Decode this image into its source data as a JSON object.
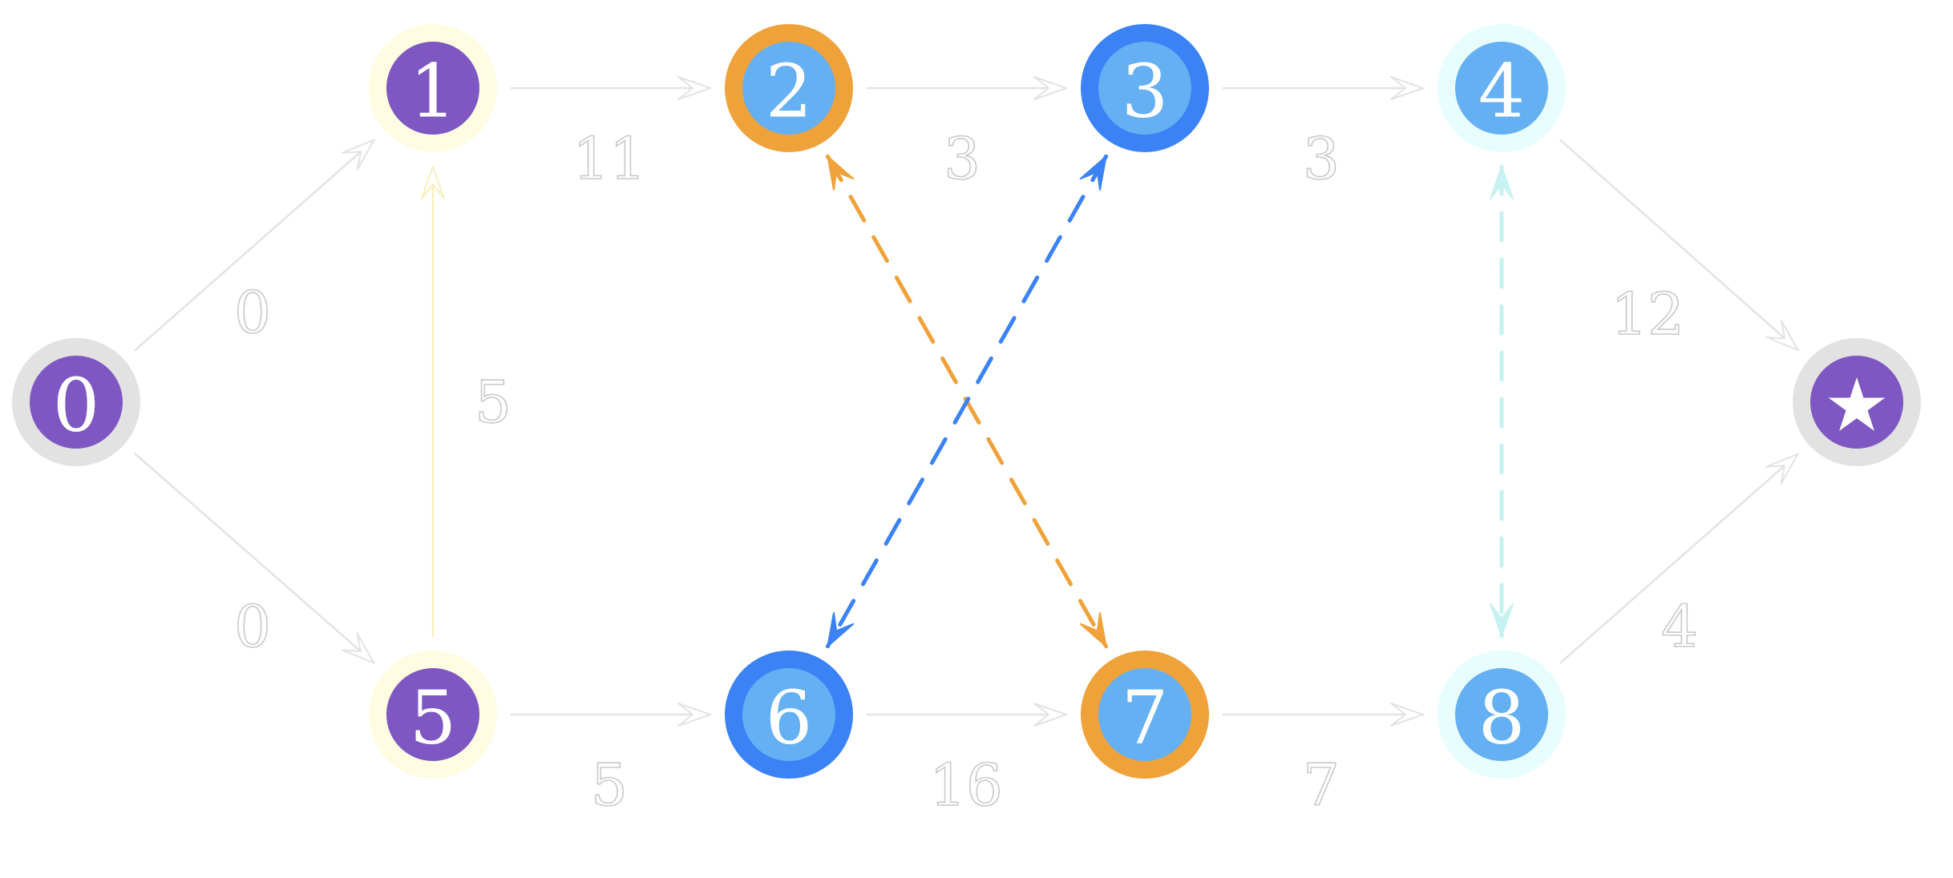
{
  "palette": {
    "purple": "#7e57c2",
    "light_blue": "#64b0f2",
    "blue": "#3b82f6",
    "orange": "#f0a23a",
    "gray_ring": "#e2e2e2",
    "yellow_ring": "#fffce2",
    "cyan_ring": "#e8fdfd",
    "edge_light": "#e3e3e3",
    "edge_cream": "#f8f0c0",
    "edge_cyan": "#c6f2f2"
  },
  "nodes": [
    {
      "id": "n0",
      "label": "0",
      "ring": "gray_ring",
      "fill": "purple"
    },
    {
      "id": "n1",
      "label": "1",
      "ring": "yellow_ring",
      "fill": "purple"
    },
    {
      "id": "n5",
      "label": "5",
      "ring": "yellow_ring",
      "fill": "purple"
    },
    {
      "id": "n2",
      "label": "2",
      "ring": "orange",
      "fill": "light_blue"
    },
    {
      "id": "n3",
      "label": "3",
      "ring": "blue",
      "fill": "light_blue"
    },
    {
      "id": "n6",
      "label": "6",
      "ring": "blue",
      "fill": "light_blue"
    },
    {
      "id": "n7",
      "label": "7",
      "ring": "orange",
      "fill": "light_blue"
    },
    {
      "id": "n4",
      "label": "4",
      "ring": "cyan_ring",
      "fill": "light_blue"
    },
    {
      "id": "n8",
      "label": "8",
      "ring": "cyan_ring",
      "fill": "light_blue"
    },
    {
      "id": "nstar",
      "label": "★",
      "ring": "gray_ring",
      "fill": "purple"
    }
  ],
  "edges": [
    {
      "id": "e0-1",
      "from": "n0",
      "to": "n1",
      "weight": "0",
      "color": "edge_light",
      "dashed": false
    },
    {
      "id": "e0-5",
      "from": "n0",
      "to": "n5",
      "weight": "0",
      "color": "edge_light",
      "dashed": false
    },
    {
      "id": "e5-1",
      "from": "n5",
      "to": "n1",
      "weight": "5",
      "color": "edge_cream",
      "dashed": false
    },
    {
      "id": "e1-2",
      "from": "n1",
      "to": "n2",
      "weight": "11",
      "color": "edge_light",
      "dashed": false
    },
    {
      "id": "e2-3",
      "from": "n2",
      "to": "n3",
      "weight": "3",
      "color": "edge_light",
      "dashed": false
    },
    {
      "id": "e3-4",
      "from": "n3",
      "to": "n4",
      "weight": "3",
      "color": "edge_light",
      "dashed": false
    },
    {
      "id": "e5-6",
      "from": "n5",
      "to": "n6",
      "weight": "5",
      "color": "edge_light",
      "dashed": false
    },
    {
      "id": "e6-7",
      "from": "n6",
      "to": "n7",
      "weight": "16",
      "color": "edge_light",
      "dashed": false
    },
    {
      "id": "e7-8",
      "from": "n7",
      "to": "n8",
      "weight": "7",
      "color": "edge_light",
      "dashed": false
    },
    {
      "id": "e4-star",
      "from": "n4",
      "to": "nstar",
      "weight": "12",
      "color": "edge_light",
      "dashed": false
    },
    {
      "id": "e8-star",
      "from": "n8",
      "to": "nstar",
      "weight": "4",
      "color": "edge_light",
      "dashed": false
    },
    {
      "id": "e2-7",
      "from": "n2",
      "to": "n7",
      "weight": "",
      "color": "orange",
      "dashed": true,
      "bidirectional": true
    },
    {
      "id": "e3-6",
      "from": "n3",
      "to": "n6",
      "weight": "",
      "color": "blue",
      "dashed": true,
      "bidirectional": true
    },
    {
      "id": "e4-8",
      "from": "n4",
      "to": "n8",
      "weight": "",
      "color": "edge_cyan",
      "dashed": true,
      "bidirectional": true
    }
  ]
}
